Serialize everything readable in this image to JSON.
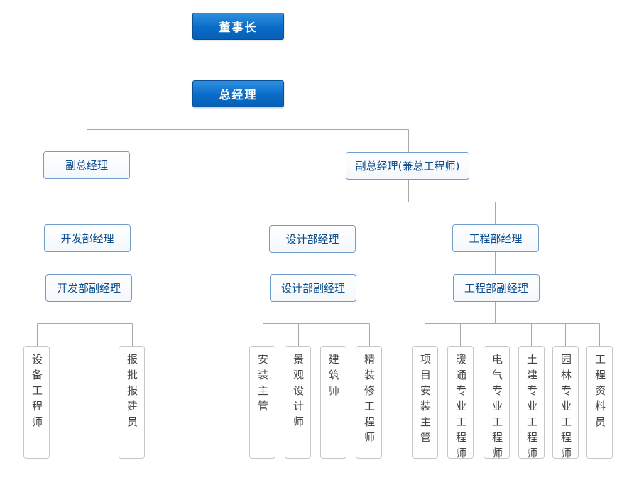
{
  "org_chart": {
    "chairman": "董事长",
    "general_manager": "总经理",
    "vp_left": "副总经理",
    "vp_right": "副总经理(兼总工程师)",
    "dev_manager": "开发部经理",
    "dev_deputy": "开发部副经理",
    "design_manager": "设计部经理",
    "design_deputy": "设计部副经理",
    "eng_manager": "工程部经理",
    "eng_deputy": "工程部副经理",
    "dev_staff": [
      "设备工程师",
      "报批报建员"
    ],
    "design_staff": [
      "安装主管",
      "景观设计师",
      "建筑师",
      "精装修工程师"
    ],
    "eng_staff": [
      "项目安装主管",
      "暖通专业工程师",
      "电气专业工程师",
      "土建专业工程师",
      "园林专业工程师",
      "工程资料员"
    ]
  },
  "colors": {
    "top_node_fill": "#0a6cc8",
    "mid_node_border": "#6f9cc8",
    "mid_node_text": "#0e4f8f",
    "leaf_border": "#c7c7c7",
    "leaf_text": "#444444",
    "connector": "#a8a8a8"
  }
}
